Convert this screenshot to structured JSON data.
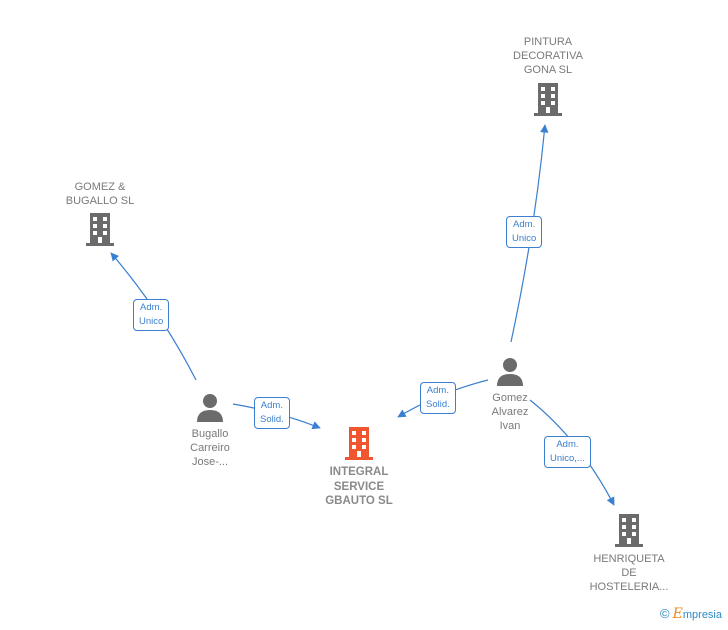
{
  "nodes": {
    "integral": {
      "label": "INTEGRAL\nSERVICE\nGBAUTO  SL",
      "kind": "company",
      "color": "#f0572f"
    },
    "gomez_bugallo": {
      "label": "GOMEZ &\nBUGALLO  SL",
      "kind": "company",
      "color": "#6b6b6b"
    },
    "pintura": {
      "label": "PINTURA\nDECORATIVA\nGONA  SL",
      "kind": "company",
      "color": "#6b6b6b"
    },
    "henriqueta": {
      "label": "HENRIQUETA\nDE\nHOSTELERIA...",
      "kind": "company",
      "color": "#6b6b6b"
    },
    "bugallo": {
      "label": "Bugallo\nCarreiro\nJose-...",
      "kind": "person",
      "color": "#6b6b6b"
    },
    "gomez": {
      "label": "Gomez\nAlvarez\nIvan",
      "kind": "person",
      "color": "#6b6b6b"
    }
  },
  "edges": {
    "bugallo_to_gomez_bugallo": "Adm.\nUnico",
    "bugallo_to_integral": "Adm.\nSolid.",
    "gomez_to_integral": "Adm.\nSolid.",
    "gomez_to_pintura": "Adm.\nUnico",
    "gomez_to_henriqueta": "Adm.\nUnico,..."
  },
  "edge_color": "#3a7fd0",
  "brand": {
    "copyright": "©",
    "name_initial": "E",
    "name_rest": "mpresia"
  }
}
